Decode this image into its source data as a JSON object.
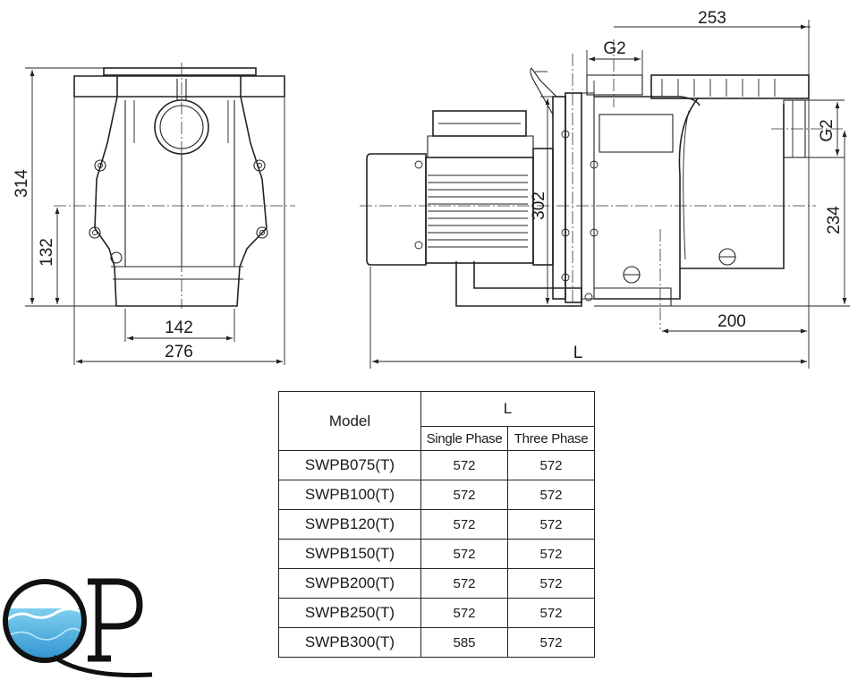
{
  "dimensions": {
    "front_height": "314",
    "front_center_height": "132",
    "front_base_width": "142",
    "front_total_width": "276",
    "side_top_width": "253",
    "side_inlet_thread": "G2",
    "side_outlet_thread": "G2",
    "side_motor_height": "302",
    "side_outlet_height": "234",
    "side_foot_length": "200",
    "side_total_length": "L"
  },
  "table": {
    "header_model": "Model",
    "header_length": "L",
    "header_single": "Single Phase",
    "header_three": "Three Phase",
    "rows": [
      {
        "model": "SWPB075(T)",
        "single": "572",
        "three": "572"
      },
      {
        "model": "SWPB100(T)",
        "single": "572",
        "three": "572"
      },
      {
        "model": "SWPB120(T)",
        "single": "572",
        "three": "572"
      },
      {
        "model": "SWPB150(T)",
        "single": "572",
        "three": "572"
      },
      {
        "model": "SWPB200(T)",
        "single": "572",
        "three": "572"
      },
      {
        "model": "SWPB250(T)",
        "single": "572",
        "three": "572"
      },
      {
        "model": "SWPB300(T)",
        "single": "585",
        "three": "572"
      }
    ]
  },
  "logo": {
    "colors": {
      "water_light": "#7fd0f0",
      "water_dark": "#1f86c8",
      "ink": "#111111"
    }
  }
}
